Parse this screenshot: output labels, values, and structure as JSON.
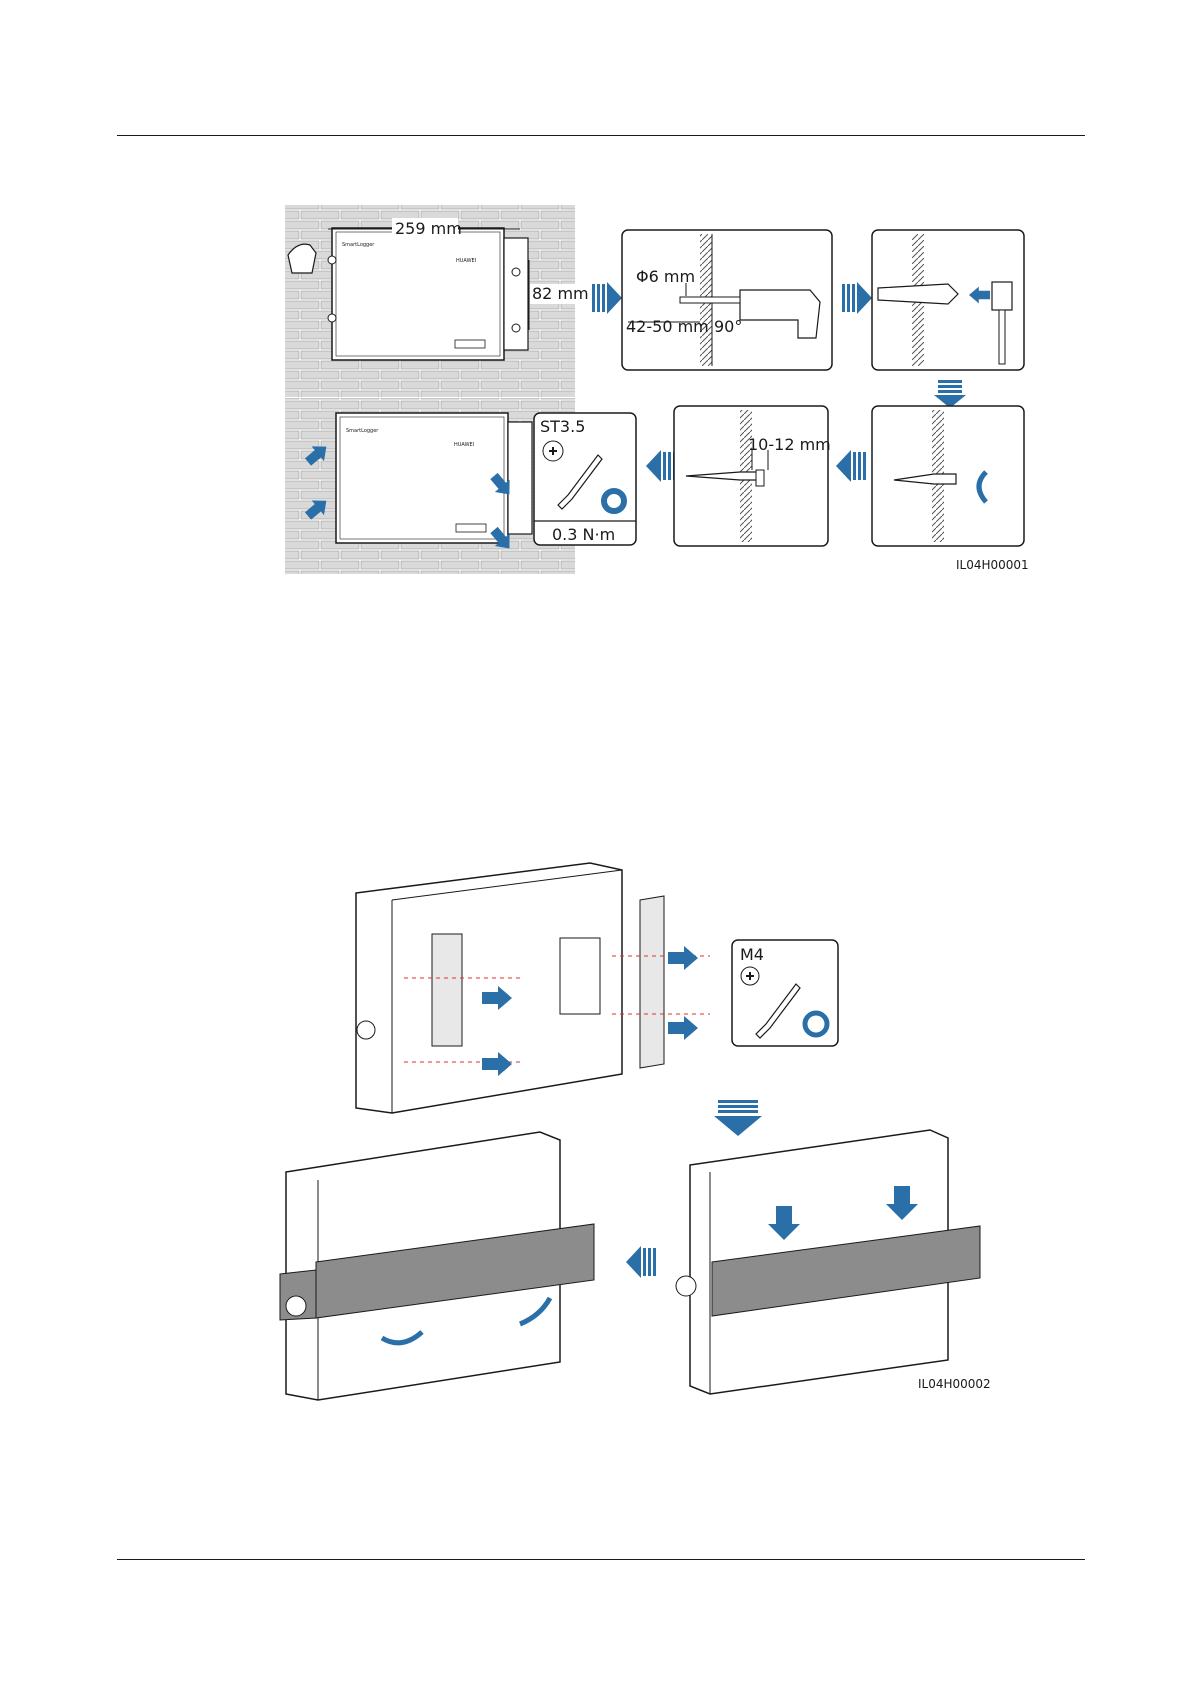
{
  "figure1": {
    "width_label": "259 mm",
    "height_label": "82 mm",
    "hole_diameter": "Φ6 mm",
    "drill_depth": "42-50 mm",
    "drill_angle": "90°",
    "bolt_protrusion": "10-12 mm",
    "screw_type": "ST3.5",
    "torque": "0.3 N·m",
    "code": "IL04H00001"
  },
  "figure2": {
    "screw_type": "M4",
    "code": "IL04H00002"
  },
  "colors": {
    "accent": "#2a6fa8",
    "line": "#1a1a1a",
    "brick": "#d9d9d9",
    "rail": "#8c8c8c"
  }
}
